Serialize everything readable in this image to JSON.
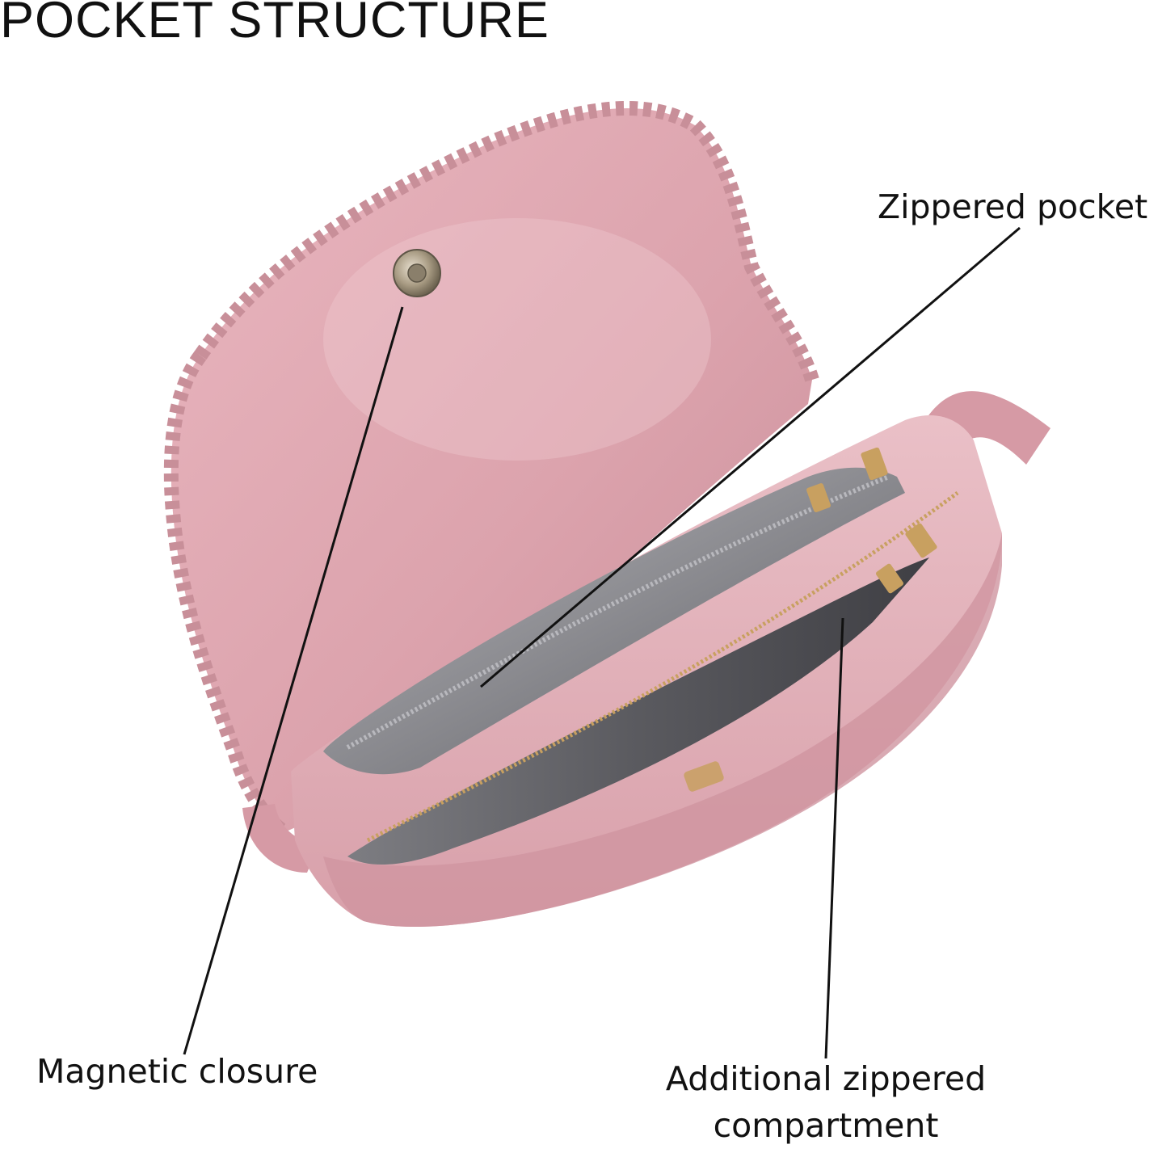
{
  "title": "POCKET STRUCTURE",
  "callouts": {
    "zippered_pocket": "Zippered pocket",
    "magnetic_closure": "Magnetic closure",
    "additional_compartment": "Additional zippered compartment"
  },
  "colors": {
    "leather": "#dfa9b2",
    "leather_shadow": "#c98e99",
    "leather_light": "#f0c8cf",
    "lining": "#8d8d91",
    "lining_dark": "#4d4d52",
    "hardware": "#c8a060",
    "line": "#111111"
  },
  "icons": {
    "magnetic_snap": "magnetic-snap-icon"
  }
}
